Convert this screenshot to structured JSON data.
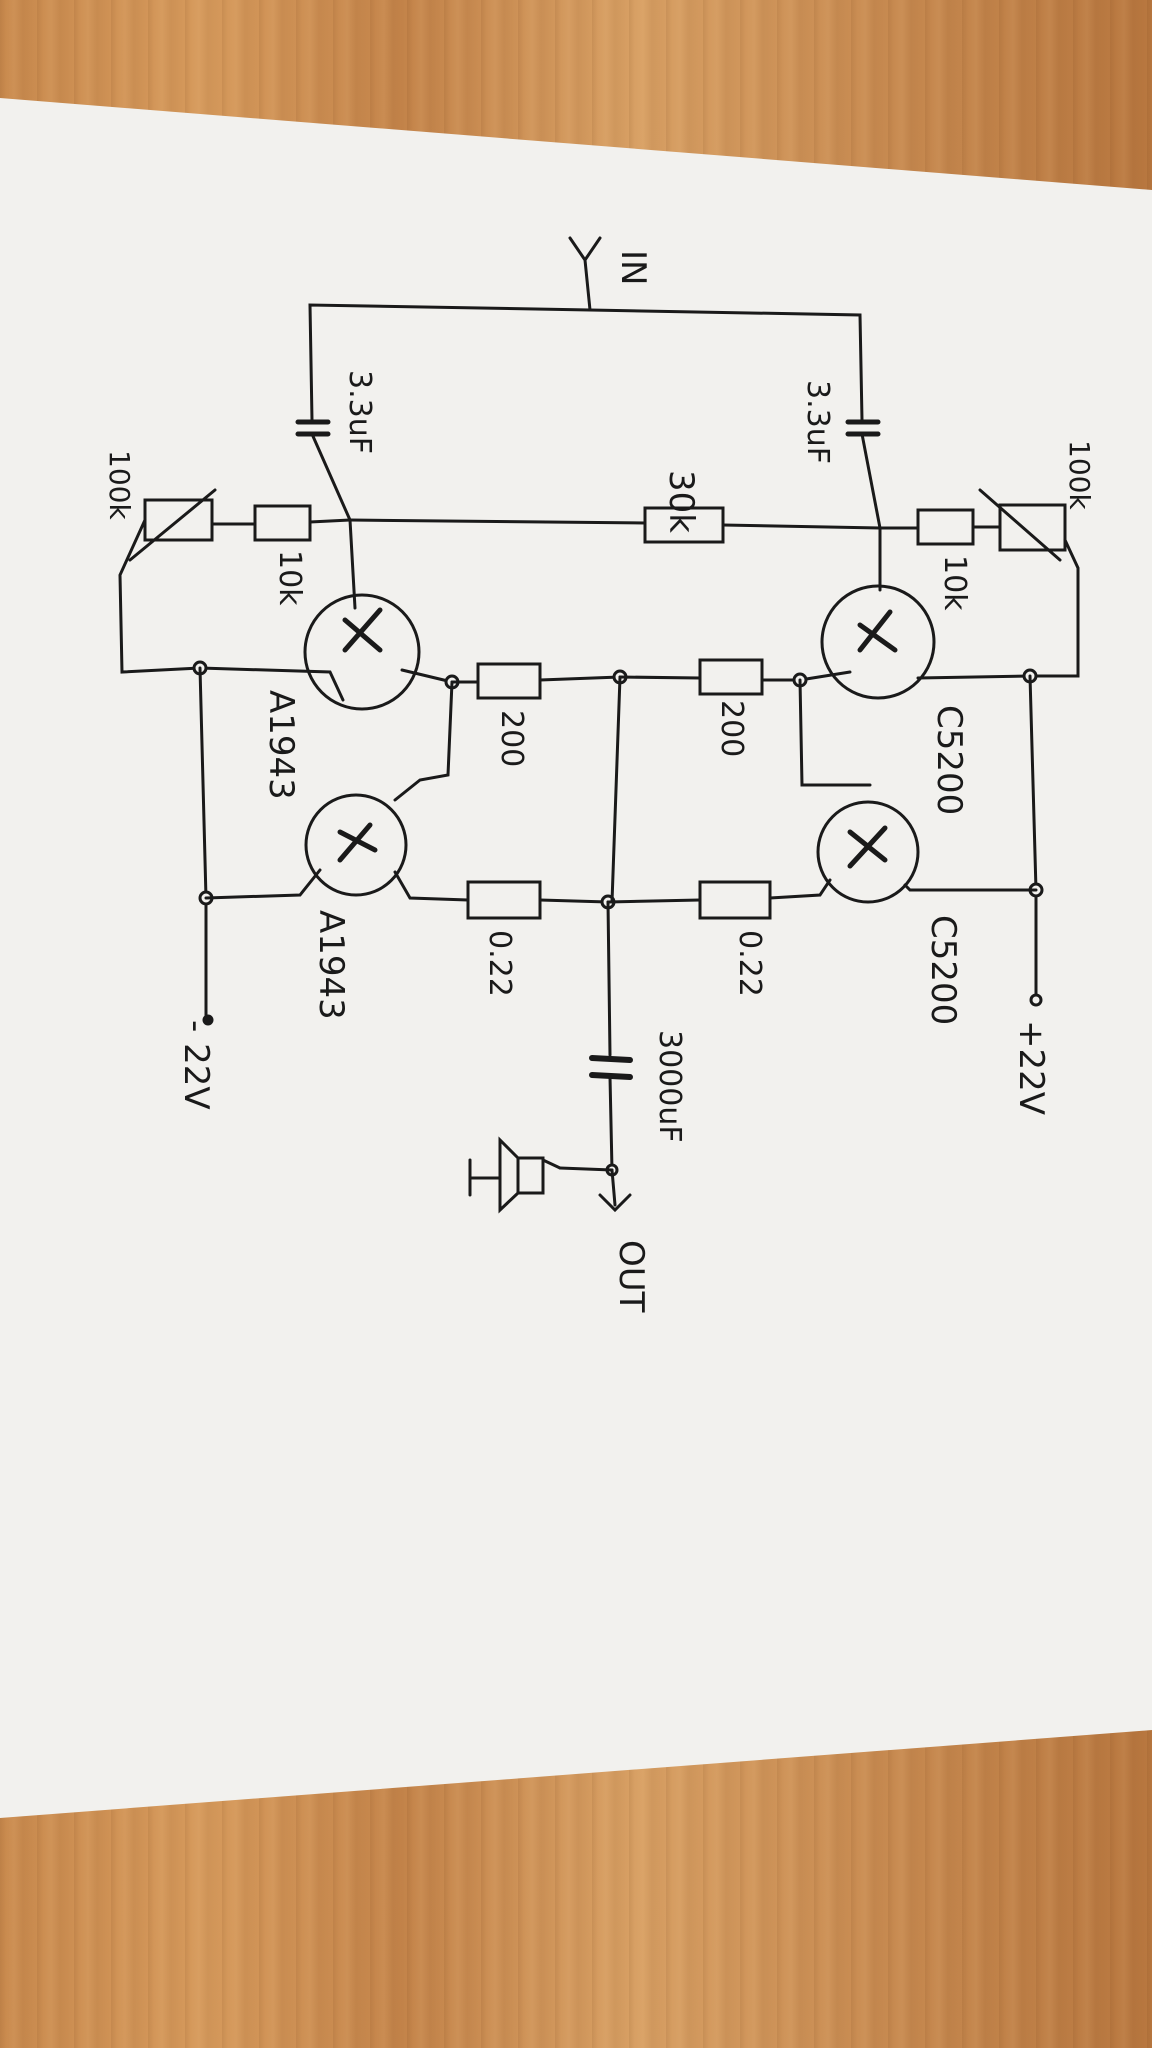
{
  "labels": {
    "input": "IN",
    "output": "OUT",
    "pos_supply": "+22V",
    "neg_supply": "- 22V",
    "c_in_left": "3.3uF",
    "c_in_right": "3.3uF",
    "r_feedback": "30k",
    "r_bias_left": "10k",
    "r_bias_right": "10k",
    "pot_left": "100k",
    "pot_right": "100k",
    "q_driver_left": "A1943",
    "q_output_left": "A1943",
    "q_driver_right": "C5200",
    "q_output_right": "C5200",
    "r_mid_left": "200",
    "r_mid_right": "200",
    "r_emit_left": "0.22",
    "r_emit_right": "0.22",
    "c_out": "3000uF"
  }
}
